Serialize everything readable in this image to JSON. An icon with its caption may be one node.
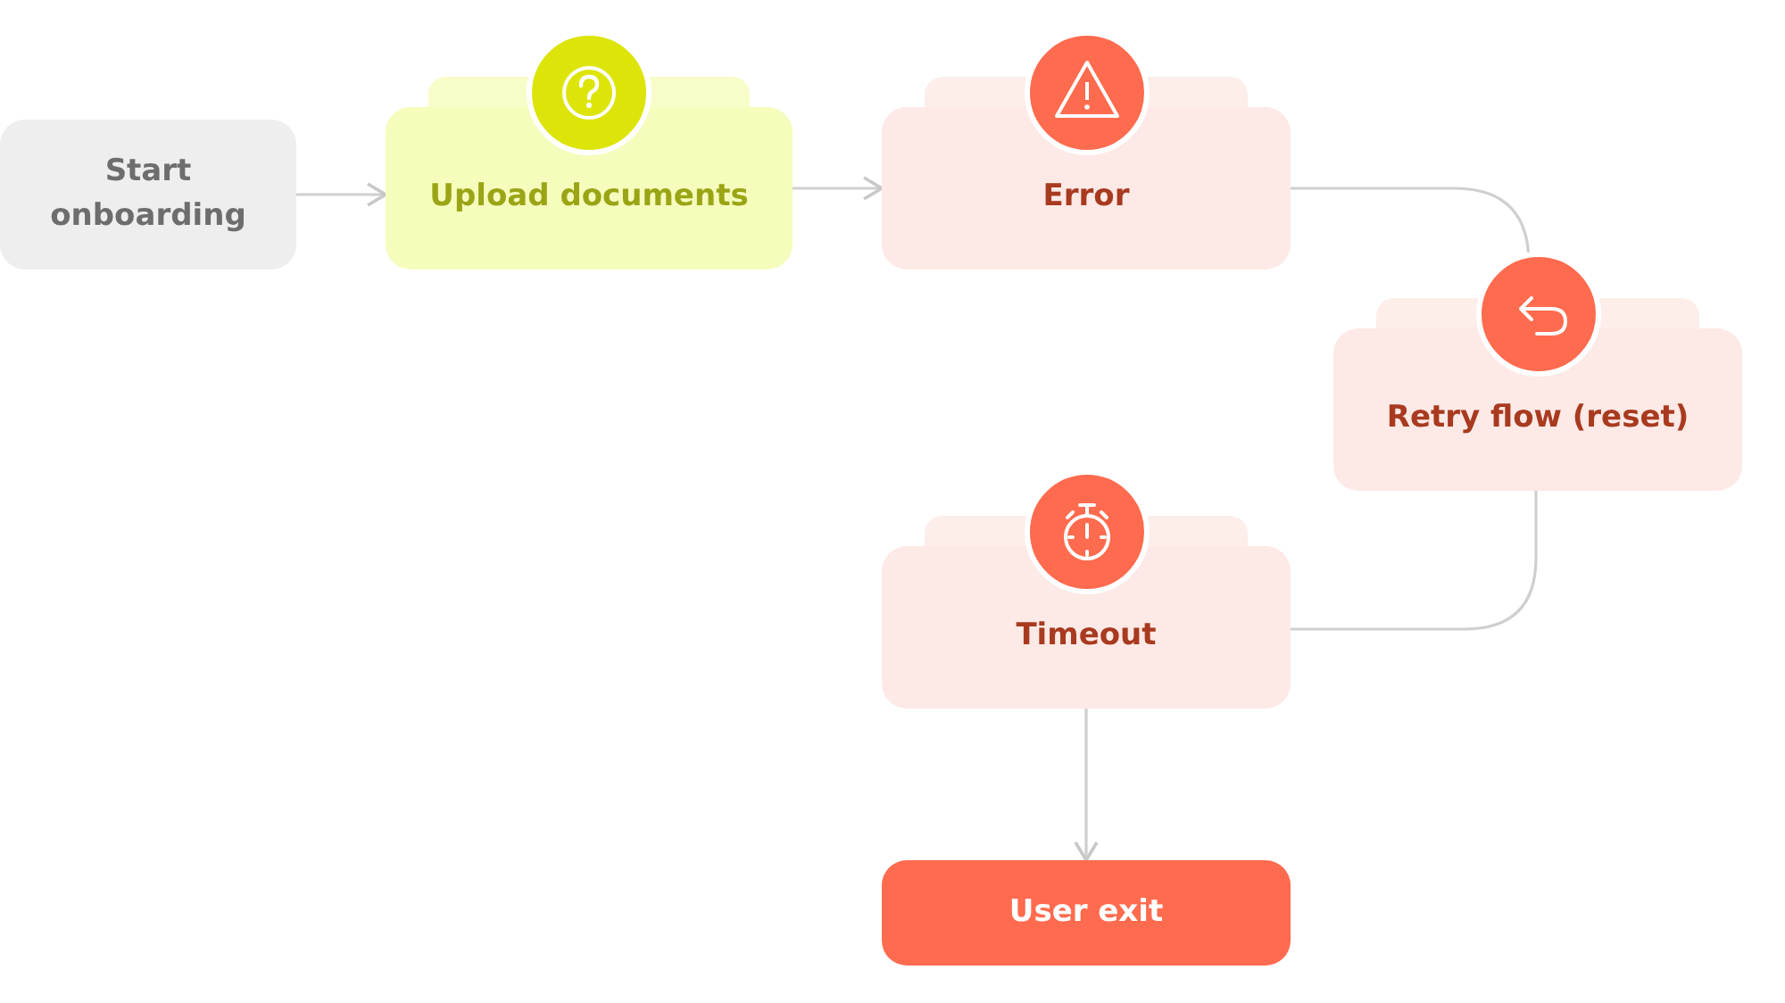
{
  "diagram": {
    "nodes": [
      {
        "text": [
          "Start onboarding"
        ]
      },
      {
        "text": [
          "Upload documents"
        ]
      },
      {
        "text": [
          "Error"
        ]
      },
      {
        "text": [
          "Retry flow (reset)"
        ]
      },
      {
        "text": [
          "Timeout"
        ]
      },
      {
        "text": [
          "User exit"
        ]
      }
    ],
    "edges": [
      {
        "from": 0,
        "to": 1,
        "arrow": "to"
      },
      {
        "from": 1,
        "to": 2,
        "arrow": "to"
      },
      {
        "from": 2,
        "to": 3,
        "arrow": "none"
      },
      {
        "from": 3,
        "to": 4,
        "arrow": "none"
      },
      {
        "from": 4,
        "to": 5,
        "arrow": "to"
      }
    ]
  }
}
